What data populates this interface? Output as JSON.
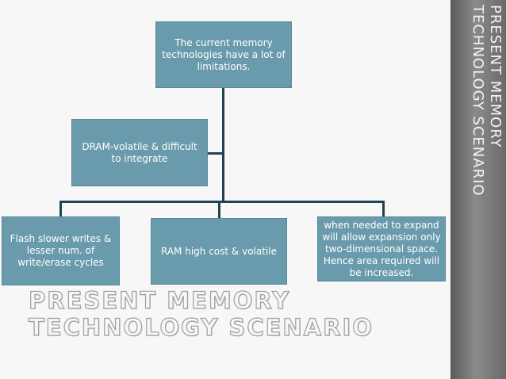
{
  "side_title": "PRESENT MEMORY TECHNOLOGY SCENARIO",
  "main_title": "PRESENT MEMORY TECHNOLOGY SCENARIO",
  "diagram": {
    "root": "The current memory technologies have a lot of limitations.",
    "side_node": "DRAM-volatile & difficult to integrate",
    "children": [
      "Flash slower writes & lesser num. of write/erase cycles",
      "RAM high cost & volatile",
      "when needed to expand will allow expansion only two-dimensional space. Hence area required will be increased."
    ]
  },
  "colors": {
    "box_fill": "#6a9bac",
    "connector": "#1f4553",
    "banner": "#7a7a7a"
  }
}
